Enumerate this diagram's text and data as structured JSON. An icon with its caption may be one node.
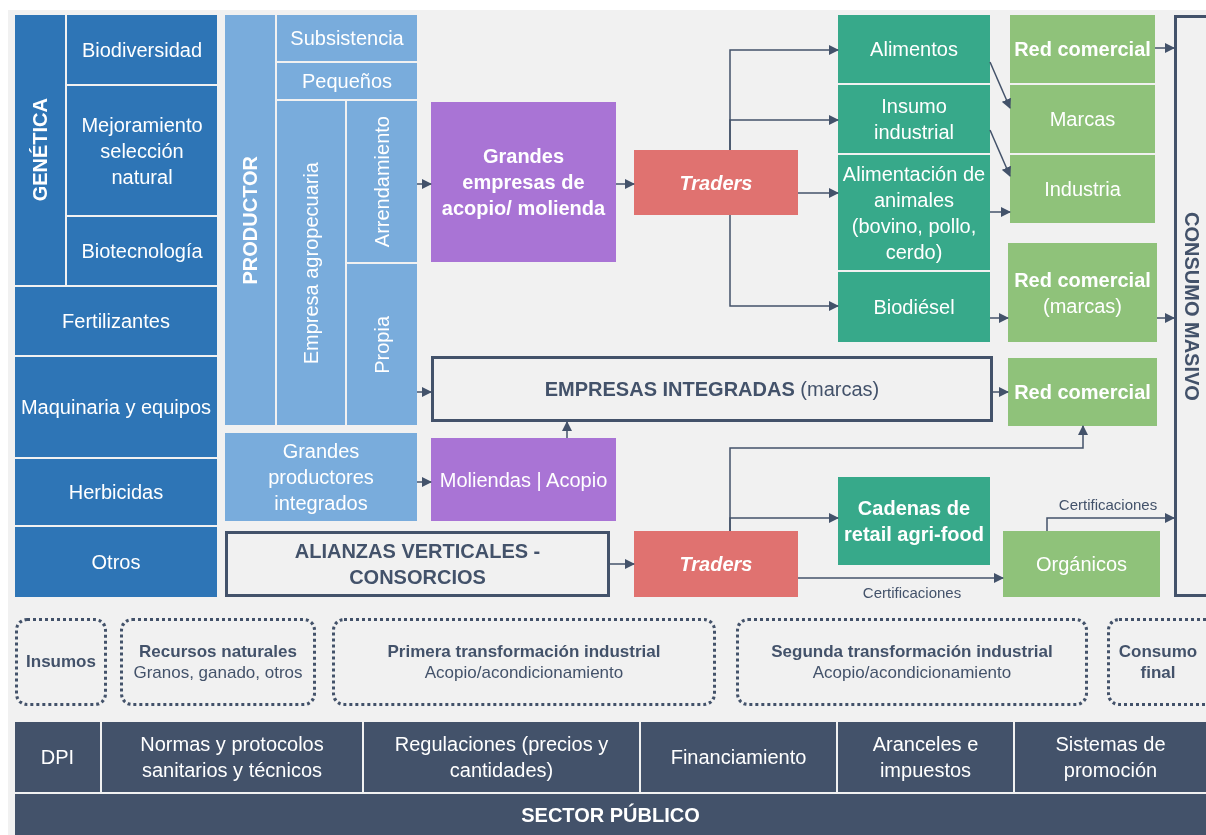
{
  "diagram": {
    "nodes": [
      {
        "text": [
          "GENÉTICA"
        ]
      },
      {
        "text": [
          "Biodiversidad"
        ]
      },
      {
        "text": [
          "Mejoramiento selección natural"
        ]
      },
      {
        "text": [
          "Biotecnología"
        ]
      },
      {
        "text": [
          "Fertilizantes"
        ]
      },
      {
        "text": [
          "Maquinaria y equipos"
        ]
      },
      {
        "text": [
          "Herbicidas"
        ]
      },
      {
        "text": [
          "Otros"
        ]
      },
      {
        "text": [
          "PRODUCTOR"
        ]
      },
      {
        "text": [
          "Subsistencia"
        ]
      },
      {
        "text": [
          "Pequeños"
        ]
      },
      {
        "text": [
          "Empresa agropecuaria"
        ]
      },
      {
        "text": [
          "Arrendamiento"
        ]
      },
      {
        "text": [
          "Propia"
        ]
      },
      {
        "text": [
          "Grandes productores integrados"
        ]
      },
      {
        "text": [
          "Grandes empresas de acopio/ molienda"
        ]
      },
      {
        "text": [
          "Traders"
        ]
      },
      {
        "text": [
          "Alimentos"
        ]
      },
      {
        "text": [
          "Insumo industrial"
        ]
      },
      {
        "text": [
          "Alimentación de animales (bovino, pollo, cerdo)"
        ]
      },
      {
        "text": [
          "Biodiésel"
        ]
      },
      {
        "text": [
          "Red comercial"
        ]
      },
      {
        "text": [
          "Marcas"
        ]
      },
      {
        "text": [
          "Industria"
        ]
      },
      {
        "text": [
          "**Red comercial** (marcas)"
        ]
      },
      {
        "text": [
          "CONSUMO MASIVO"
        ]
      },
      {
        "text": [
          "**EMPRESAS INTEGRADAS** (marcas)"
        ]
      },
      {
        "text": [
          "Red comercial"
        ]
      },
      {
        "text": [
          "Moliendas | Acopio"
        ]
      },
      {
        "text": [
          "ALIANZAS VERTICALES - CONSORCIOS"
        ]
      },
      {
        "text": [
          "Traders"
        ]
      },
      {
        "text": [
          "Cadenas de retail agri-food"
        ]
      },
      {
        "text": [
          "Orgánicos"
        ]
      },
      {
        "text": [
          "Insumos"
        ]
      },
      {
        "text": [
          "Recursos naturales",
          "Granos, ganado, otros"
        ]
      },
      {
        "text": [
          "Primera transformación industrial",
          "Acopio/acondicionamiento"
        ]
      },
      {
        "text": [
          "Segunda transformación industrial",
          "Acopio/acondicionamiento"
        ]
      },
      {
        "text": [
          "Consumo final"
        ]
      },
      {
        "text": [
          "DPI"
        ]
      },
      {
        "text": [
          "Normas y protocolos sanitarios y técnicos"
        ]
      },
      {
        "text": [
          "Regulaciones (precios y cantidades)"
        ]
      },
      {
        "text": [
          "Financiamiento"
        ]
      },
      {
        "text": [
          "Aranceles e impuestos"
        ]
      },
      {
        "text": [
          "Sistemas de promoción"
        ]
      },
      {
        "text": [
          "SECTOR PÚBLICO"
        ]
      }
    ],
    "edges": [
      {
        "from": 12,
        "to": 15,
        "arrow": "to"
      },
      {
        "from": 15,
        "to": 16,
        "arrow": "to"
      },
      {
        "from": 16,
        "to": 17,
        "arrow": "to"
      },
      {
        "from": 16,
        "to": 18,
        "arrow": "to"
      },
      {
        "from": 16,
        "to": 19,
        "arrow": "to"
      },
      {
        "from": 16,
        "to": 20,
        "arrow": "to"
      },
      {
        "from": 17,
        "to": 22,
        "arrow": "to"
      },
      {
        "from": 18,
        "to": 23,
        "arrow": "to"
      },
      {
        "from": 19,
        "to": 23,
        "arrow": "to"
      },
      {
        "from": 20,
        "to": 24,
        "arrow": "to"
      },
      {
        "from": 21,
        "to": 25,
        "arrow": "to"
      },
      {
        "from": 24,
        "to": 25,
        "arrow": "to"
      },
      {
        "from": 13,
        "to": 26,
        "arrow": "to"
      },
      {
        "from": 26,
        "to": 27,
        "arrow": "to"
      },
      {
        "from": 28,
        "to": 26,
        "arrow": "to"
      },
      {
        "from": 14,
        "to": 28,
        "arrow": "to"
      },
      {
        "from": 29,
        "to": 30,
        "arrow": "to"
      },
      {
        "from": 30,
        "to": 31,
        "arrow": "to"
      },
      {
        "from": 30,
        "to": 27,
        "arrow": "to"
      },
      {
        "from": 30,
        "to": 32,
        "label": "Certificaciones",
        "arrow": "to"
      },
      {
        "from": 32,
        "to": 25,
        "label": "Certificaciones",
        "arrow": "to"
      }
    ]
  }
}
